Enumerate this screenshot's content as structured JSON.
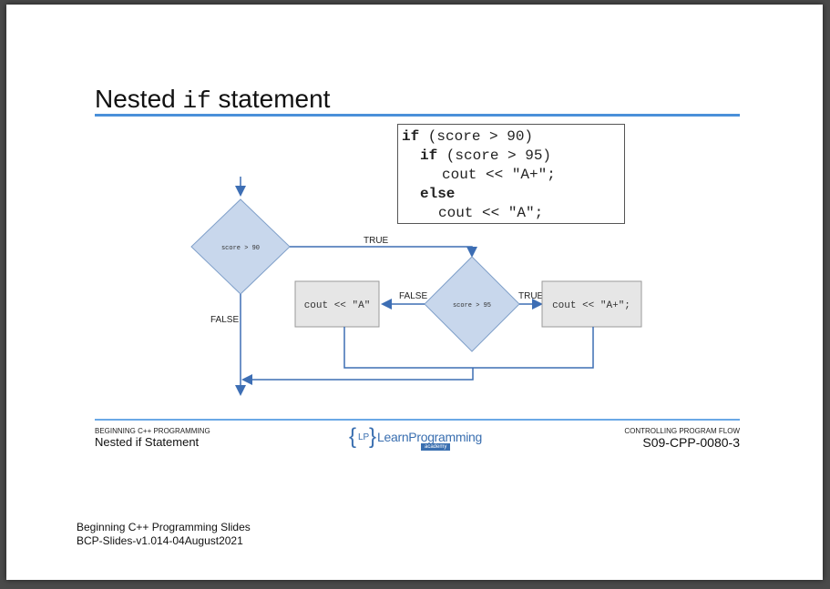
{
  "slide": {
    "title_prefix": "Nested ",
    "title_code": "if",
    "title_suffix": " statement"
  },
  "code": {
    "lines": [
      {
        "kw": "if",
        "rest": " (score > 90)"
      },
      {
        "kw": "if",
        "rest": " (score > 95)"
      },
      {
        "kw": "",
        "rest": "cout << \"A+\";"
      },
      {
        "kw": "else",
        "rest": ""
      },
      {
        "kw": "",
        "rest": "cout << \"A\";"
      }
    ]
  },
  "flowchart": {
    "decision1": "score > 90",
    "decision2": "score > 95",
    "box_left": "cout << \"A\"",
    "box_right": "cout << \"A+\";",
    "label_true_top": "TRUE",
    "label_false_left": "FALSE",
    "label_false_mid": "FALSE",
    "label_true_mid": "TRUE"
  },
  "footer": {
    "left_small": "BEGINNING C++ PROGRAMMING",
    "left_big": "Nested if Statement",
    "right_small": "CONTROLLING PROGRAM FLOW",
    "right_big": "S09-CPP-0080-3",
    "logo_left_brace": "{",
    "logo_lp": "LP",
    "logo_right_brace": "}",
    "logo_text": "LearnProgramming",
    "logo_sub": "academy"
  },
  "note": {
    "line1": "Beginning C++ Programming Slides",
    "line2": "BCP-Slides-v1.014-04August2021"
  },
  "colors": {
    "accent": "#4a90d9",
    "diamond_fill": "#c8d7ec",
    "diamond_stroke": "#7f9fc9",
    "box_fill": "#e6e6e6",
    "arrow": "#3d6eb4"
  }
}
